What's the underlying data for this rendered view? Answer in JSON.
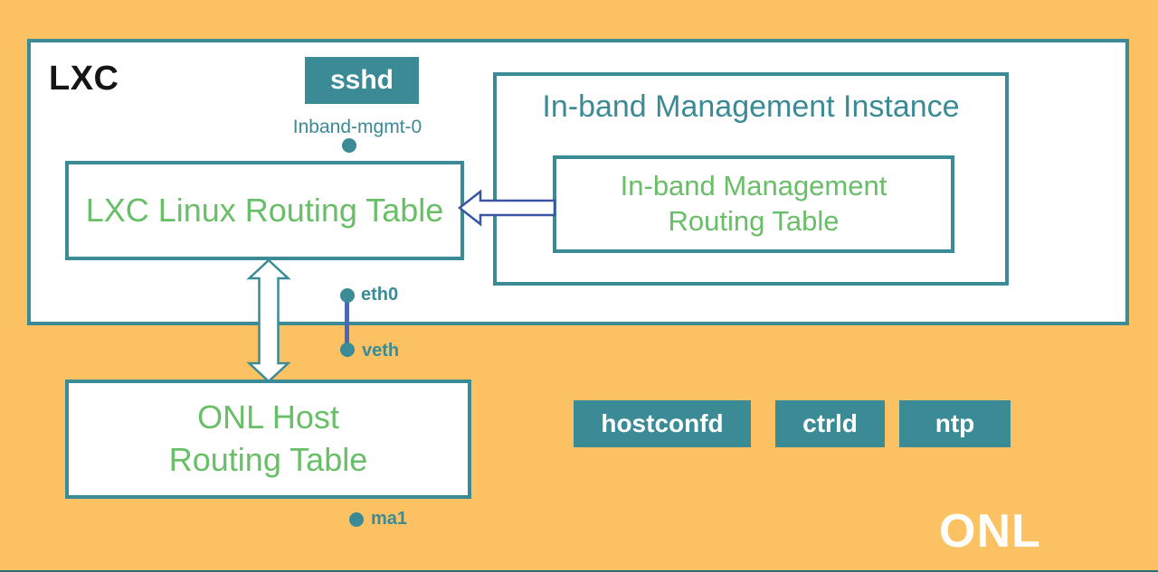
{
  "colors": {
    "orange": "#fcc162",
    "teal": "#3a8b95",
    "green": "#69be68",
    "navy": "#3b55a4",
    "blue": "#4767c8",
    "black": "#151515"
  },
  "lxc": {
    "label": "LXC",
    "sshd_badge": "sshd",
    "inband_port_label": "Inband-mgmt-0",
    "routing_table": "LXC Linux Routing Table",
    "eth0_label": "eth0"
  },
  "instance": {
    "title": "In-band Management Instance",
    "routing_table_line1": "In-band Management",
    "routing_table_line2": "Routing Table"
  },
  "onl": {
    "label": "ONL",
    "veth_label": "veth",
    "ma1_label": "ma1",
    "host_routing_line1": "ONL Host",
    "host_routing_line2": "Routing Table",
    "badges": [
      "hostconfd",
      "ctrld",
      "ntp"
    ]
  }
}
